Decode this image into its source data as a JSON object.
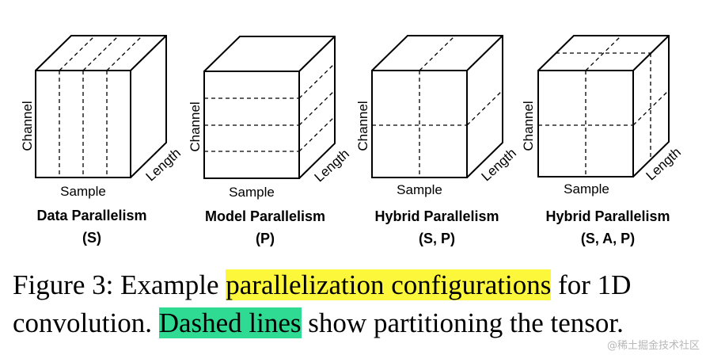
{
  "panels": [
    {
      "axis_channel": "Channel",
      "axis_sample": "Sample",
      "axis_length": "Length",
      "title_line1": "Data Parallelism",
      "title_line2": "(S)"
    },
    {
      "axis_channel": "Channel",
      "axis_sample": "Sample",
      "axis_length": "Length",
      "title_line1": "Model Parallelism",
      "title_line2": "(P)"
    },
    {
      "axis_channel": "Channel",
      "axis_sample": "Sample",
      "axis_length": "Length",
      "title_line1": "Hybrid Parallelism",
      "title_line2": "(S, P)"
    },
    {
      "axis_channel": "Channel",
      "axis_sample": "Sample",
      "axis_length": "Length",
      "title_line1": "Hybrid Parallelism",
      "title_line2": "(S, A, P)"
    }
  ],
  "caption": {
    "part1": "Figure 3: Example ",
    "highlight1": "parallelization configurations",
    "part2": " for 1D",
    "part3": "convolution. ",
    "highlight2": "Dashed lines",
    "part4": " show partitioning the tensor."
  },
  "colors": {
    "highlight_yellow": "#fdf73c",
    "highlight_green": "#2fdb93"
  },
  "watermark": "@稀土掘金技术社区"
}
